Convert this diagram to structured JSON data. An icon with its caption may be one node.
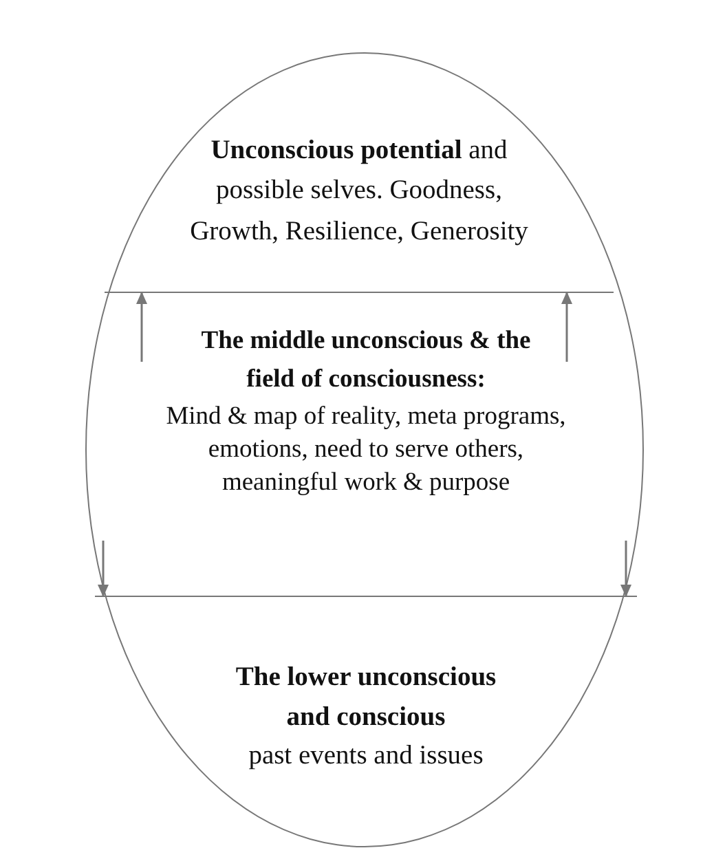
{
  "diagram": {
    "nodes": [
      {
        "text": [],
        "shape": "ellipse"
      },
      {
        "text": [
          "**Unconscious potential** and possible selves. Goodness, Growth, Resilience, Generosity"
        ],
        "in": 0
      },
      {
        "text": [
          "**The middle unconscious & the field of consciousness**:",
          "Mind & map of reality, meta programs, emotions, need to serve others, meaningful work & purpose"
        ],
        "in": 0
      },
      {
        "text": [
          "The lower unconscious and conscious",
          "past events and issues"
        ],
        "in": 0
      }
    ],
    "edges": [
      {
        "from": 2,
        "to": 1,
        "arrow": "to"
      },
      {
        "from": 2,
        "to": 1,
        "arrow": "to"
      },
      {
        "from": null,
        "to": 3,
        "arrow": "to"
      },
      {
        "from": null,
        "to": 3,
        "arrow": "to"
      }
    ]
  }
}
